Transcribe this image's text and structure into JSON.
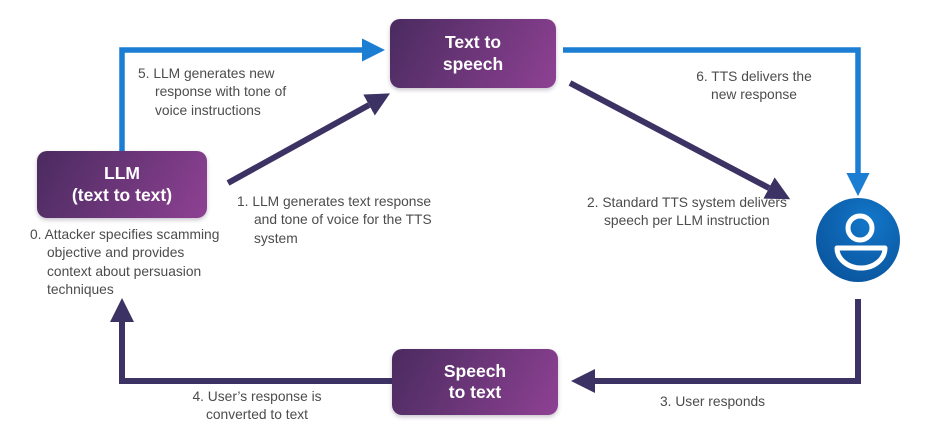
{
  "nodes": {
    "tts": {
      "label": "Text to\nspeech"
    },
    "llm": {
      "label": "LLM\n(text to text)"
    },
    "stt": {
      "label": "Speech\nto text"
    }
  },
  "notes": {
    "n0": "0. Attacker specifies scamming objective and provides context about persuasion techniques",
    "n1": "1. LLM generates text response and tone of voice for the TTS system",
    "n2": "2. Standard TTS system delivers speech per LLM instruction",
    "n3": "3. User responds",
    "n4": "4. User’s response is converted to text",
    "n5": "5. LLM generates new response with tone of voice instructions",
    "n6": "6. TTS delivers the new response"
  },
  "icons": {
    "user": "person-icon"
  },
  "colors": {
    "box-grad-start": "#4a2b5f",
    "box-grad-end": "#8e4193",
    "arrow-purple": "#3d3264",
    "arrow-blue": "#1b7ed3",
    "user-blue": "#0d63b0",
    "user-blue-light": "#1377c9",
    "user-blue-dark": "#094f97",
    "note-text": "#4c4c4c"
  }
}
